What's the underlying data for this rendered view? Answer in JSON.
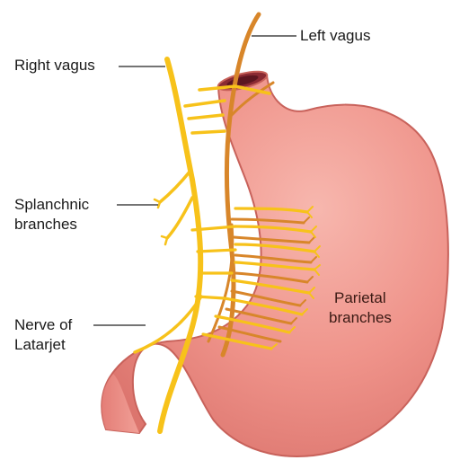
{
  "labels": {
    "left_vagus": "Left vagus",
    "right_vagus": "Right vagus",
    "splanchnic_line1": "Splanchnic",
    "splanchnic_line2": "branches",
    "nerve_line1": "Nerve of",
    "nerve_line2": "Latarjet",
    "parietal_line1": "Parietal",
    "parietal_line2": "branches"
  },
  "colors": {
    "stomach_fill": "#ef8f86",
    "stomach_highlight": "#f7b7ae",
    "stomach_outline": "#c8625b",
    "esophagus_lumen": "#7a2330",
    "right_vagus_nerve": "#f7c21a",
    "left_vagus_nerve": "#d8862a",
    "leader_line": "#222222"
  }
}
